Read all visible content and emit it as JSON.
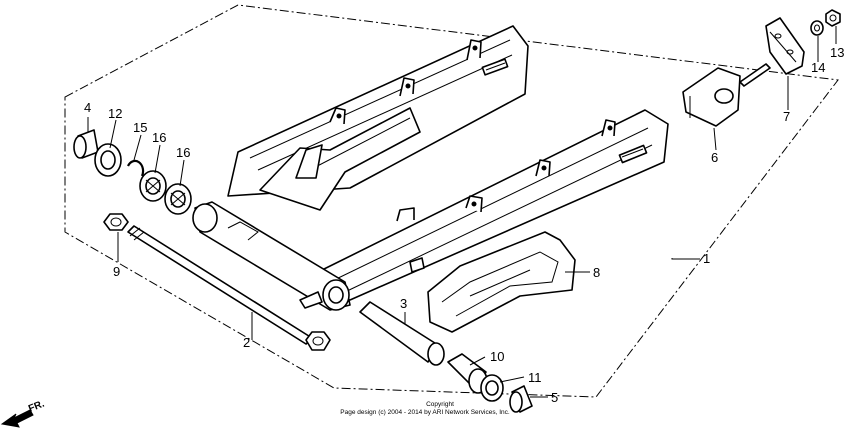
{
  "diagram": {
    "callouts": {
      "c1": "1",
      "c2": "2",
      "c3": "3",
      "c4": "4",
      "c5": "5",
      "c6": "6",
      "c7": "7",
      "c8": "8",
      "c9": "9",
      "c10": "10",
      "c11": "11",
      "c12": "12",
      "c13": "13",
      "c14": "14",
      "c15": "15",
      "c16a": "16",
      "c16b": "16"
    },
    "direction_label": "FR.",
    "copyright": {
      "line1": "Copyright",
      "line2": "Page design (c) 2004 - 2014 by ARI Network Services, Inc."
    }
  }
}
